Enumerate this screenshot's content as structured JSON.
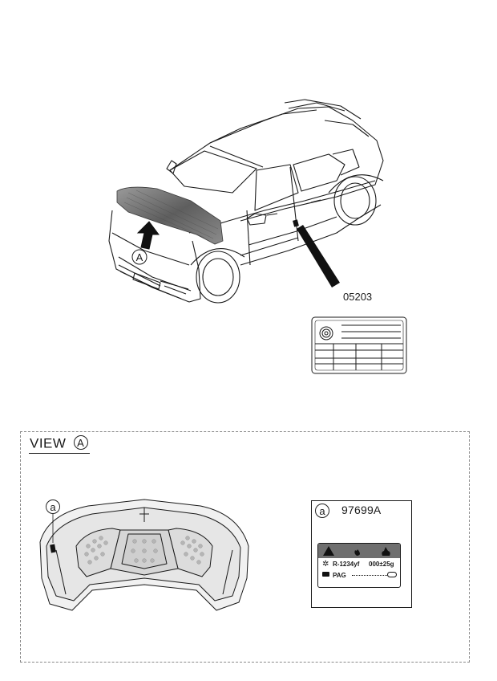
{
  "callouts": {
    "view_ref": "A",
    "detail_ref": "a"
  },
  "parts": {
    "ac_label_no": "05203",
    "refrigerant_label_no": "97699A"
  },
  "view": {
    "title": "VIEW",
    "ref": "A"
  },
  "refrigerant_label": {
    "ref": "a",
    "refrigerant": "R-1234yf",
    "charge": "000±25g",
    "oil": "PAG"
  },
  "colors": {
    "line": "#1a1a1a",
    "dashed_border": "#8a8a8a",
    "hood_shade": "#6f6f6f",
    "panel_fill": "#e6e6e6"
  }
}
